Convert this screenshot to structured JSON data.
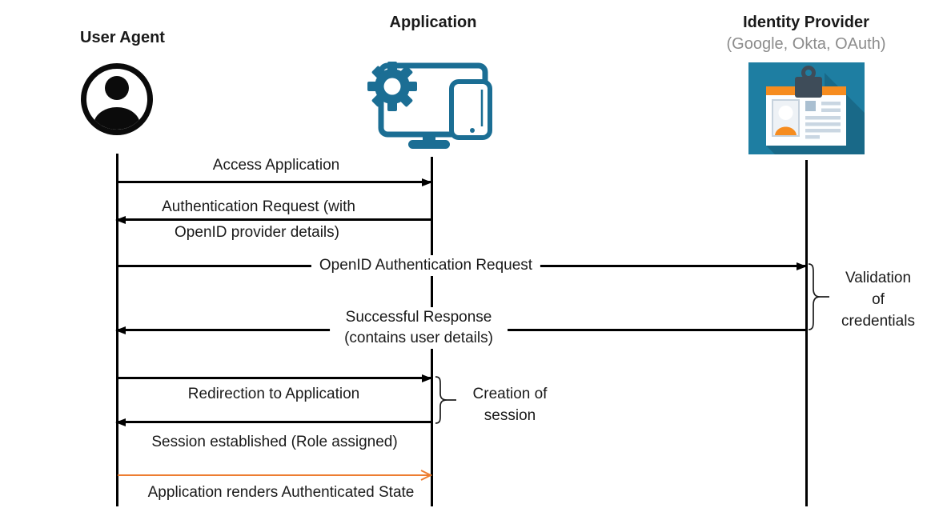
{
  "actors": [
    {
      "id": "user-agent",
      "label": "User Agent",
      "sublabel": "",
      "icon": "person-icon"
    },
    {
      "id": "application",
      "label": "Application",
      "sublabel": "",
      "icon": "application-devices-icon"
    },
    {
      "id": "identity-provider",
      "label": "Identity Provider",
      "sublabel": "(Google, Okta, OAuth)",
      "icon": "id-card-icon"
    }
  ],
  "messages": [
    {
      "id": "access-application",
      "from": "user-agent",
      "to": "application",
      "direction": "right",
      "lines": [
        "Access Application"
      ]
    },
    {
      "id": "authentication-request",
      "from": "application",
      "to": "user-agent",
      "direction": "left",
      "lines": [
        "Authentication Request (with",
        "OpenID provider details)"
      ]
    },
    {
      "id": "openid-authentication-request",
      "from": "user-agent",
      "to": "identity-provider",
      "direction": "right",
      "lines": [
        "OpenID Authentication Request"
      ]
    },
    {
      "id": "successful-response",
      "from": "identity-provider",
      "to": "user-agent",
      "direction": "left",
      "lines": [
        "Successful Response",
        "(contains user details)"
      ]
    },
    {
      "id": "redirection-to-application",
      "from": "user-agent",
      "to": "application",
      "direction": "right",
      "lines": [
        "Redirection to Application"
      ]
    },
    {
      "id": "session-established",
      "from": "application",
      "to": "user-agent",
      "direction": "left",
      "lines": [
        "Session established (Role assigned)"
      ]
    },
    {
      "id": "application-renders-authenticated-state",
      "from": "user-agent",
      "to": "application",
      "direction": "right",
      "color": "#ED7D31",
      "lines": [
        "Application renders Authenticated State"
      ]
    }
  ],
  "annotations": [
    {
      "id": "validation-of-credentials",
      "attached_to": "identity-provider-lifeline",
      "lines": [
        "Validation",
        "of",
        "credentials"
      ]
    },
    {
      "id": "creation-of-session",
      "attached_to": "application-lifeline",
      "lines": [
        "Creation of",
        "session"
      ]
    }
  ],
  "colors": {
    "message_default": "#000000",
    "message_accent": "#ED7D31",
    "application_icon_teal": "#1B6E94",
    "identity_card_bg": "#1E7EA2",
    "identity_card_orange": "#F68C1F",
    "identity_clip_slate": "#3E4C59",
    "subtitle_gray": "#8C8C8C"
  }
}
